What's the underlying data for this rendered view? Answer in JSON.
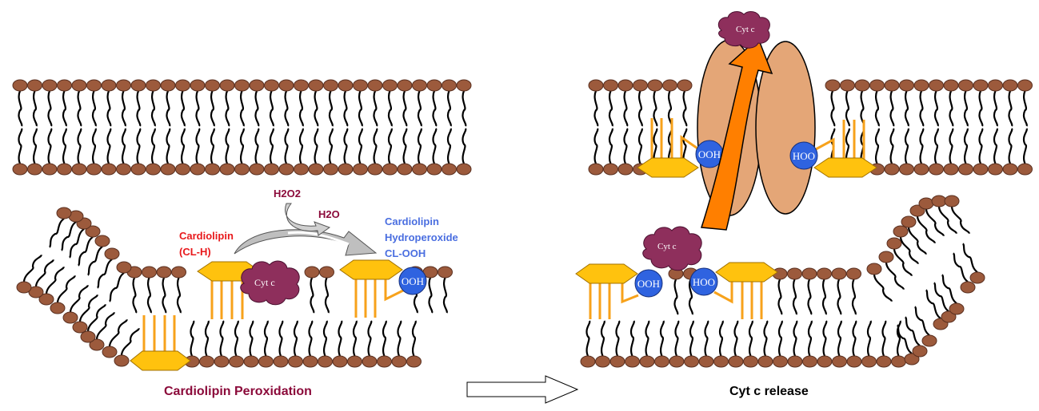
{
  "colors": {
    "lipid_head": "#9c5a3c",
    "lipid_head_stroke": "#5a3020",
    "tail": "#000000",
    "hexagon": "#ffc20e",
    "hexagon_stroke": "#a07000",
    "fatty_chain": "#f7a21b",
    "cytc": "#8e2f5c",
    "ooh_circle": "#2f63e0",
    "pore": "#e4a677",
    "release_arrow": "#ff7f00",
    "label_red": "#e8191c",
    "label_maroon": "#8b0a3a",
    "label_blue": "#4a6ee0",
    "title_maroon": "#8b0a3a",
    "title_black": "#000000"
  },
  "left_panel": {
    "h2o2_label": "H2O2",
    "h2o_label": "H2O",
    "cardiolipin_label": "Cardiolipin",
    "clh_label": "(CL-H)",
    "product_line1": "Cardiolipin",
    "product_line2": "Hydroperoxide",
    "product_line3": "CL-OOH",
    "cytc_label": "Cyt c",
    "ooh_label": "OOH",
    "caption": "Cardiolipin Peroxidation"
  },
  "right_panel": {
    "cytc_top_label": "Cyt c",
    "cytc_bottom_label": "Cyt c",
    "ooh_upper_label": "OOH",
    "hoo_upper_label": "HOO",
    "ooh_lower_label": "OOH",
    "hoo_lower_label": "HOO",
    "caption": "Cyt c release"
  }
}
